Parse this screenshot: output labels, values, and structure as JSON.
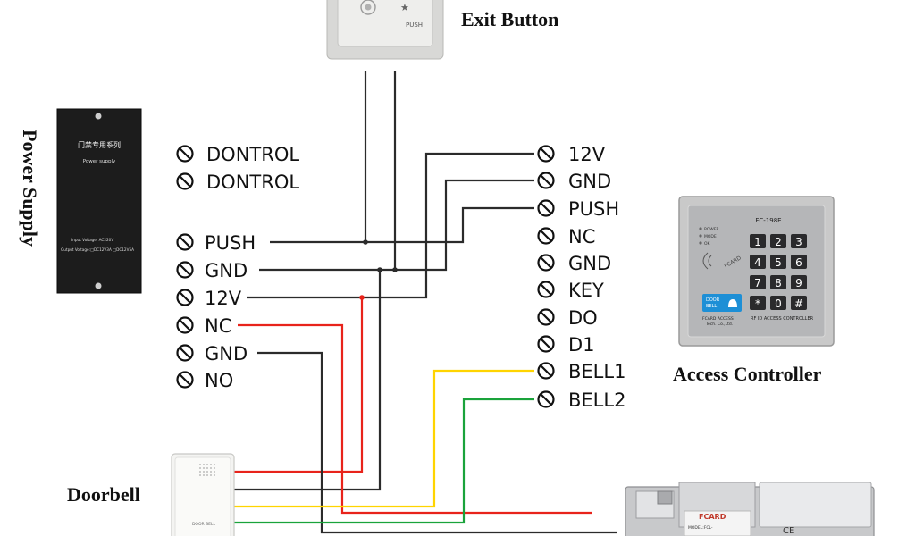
{
  "headings": {
    "exit_button": "Exit Button",
    "power_supply": "Power Supply",
    "access_controller": "Access Controller",
    "doorbell": "Doorbell"
  },
  "power_terminals": {
    "top": [
      "DONTROL",
      "DONTROL"
    ],
    "main": [
      "PUSH",
      "GND",
      "12V",
      "NC",
      "GND",
      "NO"
    ]
  },
  "controller_terminals": [
    "12V",
    "GND",
    "PUSH",
    "NC",
    "GND",
    "KEY",
    "DO",
    "D1",
    "BELL1",
    "BELL2"
  ],
  "exit_button_device": {
    "label": "PUSH"
  },
  "power_supply_device": {
    "chinese_label": "门禁专用系列",
    "subtitle": "Power supply",
    "input_line": "Input Voltage: AC220V",
    "output_line": "Output Voltage:□DC12V3A □DC12V5A"
  },
  "keypad": {
    "model": "FC-198E",
    "leds": [
      "POWER",
      "MODE",
      "OK"
    ],
    "keys": [
      "1",
      "2",
      "3",
      "4",
      "5",
      "6",
      "7",
      "8",
      "9",
      "*",
      "0",
      "#"
    ],
    "card_label": "FCARD",
    "bell_label_1": "DOOR",
    "bell_label_2": "BELL",
    "brand_line_1": "FCARD ACCESS",
    "brand_line_2": "Tech. Co.,Ltd.",
    "footer": "RF ID ACCESS CONTROLLER"
  },
  "doorbell_device": {
    "label": "DOOR BELL"
  },
  "lock_device": {
    "brand": "FCARD",
    "model_line": "MODEL:FCL-"
  },
  "colors": {
    "wire_black": "#2b2b2b",
    "wire_red": "#e8231b",
    "wire_yellow": "#ffd400",
    "wire_green": "#1aa33b",
    "device_panel": "#1c1c1c",
    "keypad_screen": "#1d8fd6"
  }
}
